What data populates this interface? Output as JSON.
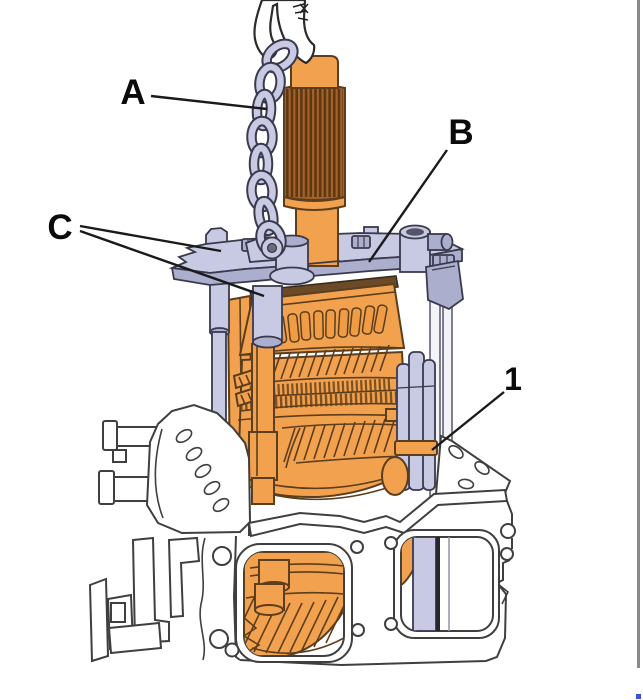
{
  "figure": {
    "background": "#FFFFFF"
  },
  "labels": {
    "A": {
      "text": "A",
      "target": "lifting-chain"
    },
    "B": {
      "text": "B",
      "target": "fixture-plate"
    },
    "C": {
      "text": "C",
      "target": "fixture-support-legs"
    },
    "1": {
      "text": "1",
      "target": "shift-rail-band"
    }
  },
  "colors": {
    "highlight_orange": "#F2A14F",
    "spline_brown": "#A4632D",
    "spline_stripe": "#5F3812",
    "fixture_lavender": "#C8C9E2",
    "fixture_lavender_shade": "#ACAECE",
    "outline_dark": "#3A3A4E",
    "outline_orange": "#5C3E1C",
    "housing_line": "#3F3F3F",
    "leader_line": "#1A1A1A",
    "page_edge": "#8A8A8A",
    "corner_dot_blue": "#3B4FD8"
  }
}
